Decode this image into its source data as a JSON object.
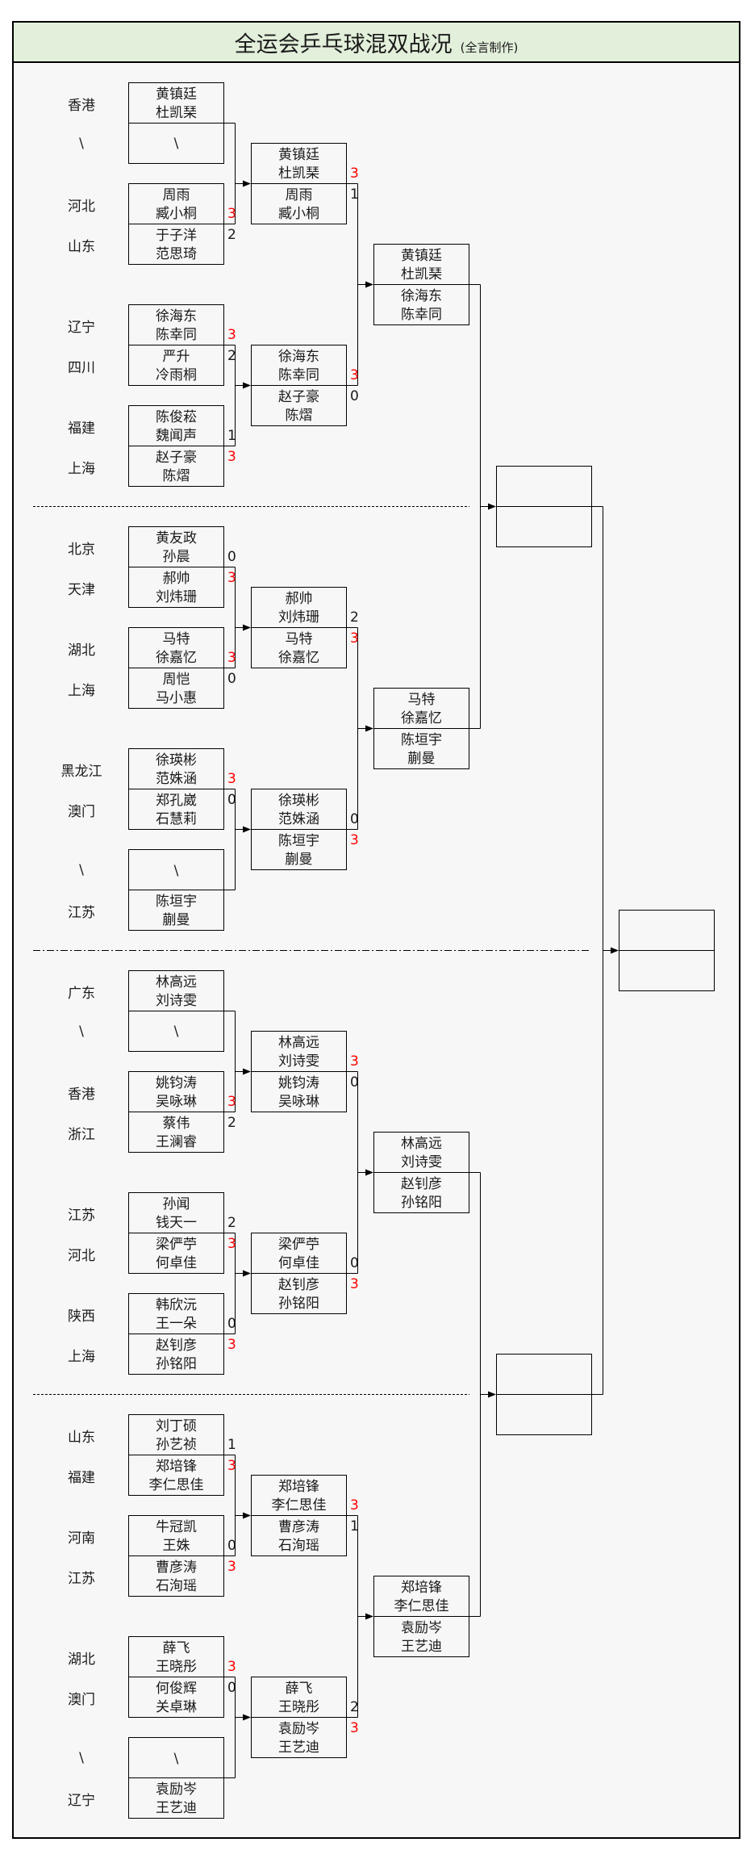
{
  "title": "全运会乒乓球混双战况",
  "subtitle": "(全言制作)",
  "colors": {
    "header_bg": "#e2efda",
    "win_score": "#ff0000",
    "line": "#000000"
  },
  "sections": [
    {
      "round1": [
        {
          "pairs": [
            {
              "region": "香港",
              "players": [
                "黄镇廷",
                "杜凯琹"
              ]
            },
            {
              "region": "\\",
              "players": [
                "\\"
              ]
            }
          ]
        },
        {
          "pairs": [
            {
              "region": "河北",
              "players": [
                "周雨",
                "臧小桐"
              ],
              "score": 3,
              "win": true
            },
            {
              "region": "山东",
              "players": [
                "于子洋",
                "范思琦"
              ],
              "score": 2
            }
          ]
        },
        {
          "pairs": [
            {
              "region": "辽宁",
              "players": [
                "徐海东",
                "陈幸同"
              ],
              "score": 3,
              "win": true
            },
            {
              "region": "四川",
              "players": [
                "严升",
                "冷雨桐"
              ],
              "score": 2
            }
          ]
        },
        {
          "pairs": [
            {
              "region": "福建",
              "players": [
                "陈俊菘",
                "魏闻声"
              ],
              "score": 1
            },
            {
              "region": "上海",
              "players": [
                "赵子豪",
                "陈熠"
              ],
              "score": 3,
              "win": true
            }
          ]
        }
      ],
      "round2": [
        {
          "pairs": [
            {
              "players": [
                "黄镇廷",
                "杜凯琹"
              ],
              "score": 3,
              "win": true
            },
            {
              "players": [
                "周雨",
                "臧小桐"
              ],
              "score": 1
            }
          ]
        },
        {
          "pairs": [
            {
              "players": [
                "徐海东",
                "陈幸同"
              ],
              "score": 3,
              "win": true
            },
            {
              "players": [
                "赵子豪",
                "陈熠"
              ],
              "score": 0
            }
          ]
        }
      ],
      "round3": {
        "pairs": [
          {
            "players": [
              "黄镇廷",
              "杜凯琹"
            ]
          },
          {
            "players": [
              "徐海东",
              "陈幸同"
            ]
          }
        ]
      }
    },
    {
      "round1": [
        {
          "pairs": [
            {
              "region": "北京",
              "players": [
                "黄友政",
                "孙晨"
              ],
              "score": 0
            },
            {
              "region": "天津",
              "players": [
                "郝帅",
                "刘炜珊"
              ],
              "score": 3,
              "win": true
            }
          ]
        },
        {
          "pairs": [
            {
              "region": "湖北",
              "players": [
                "马特",
                "徐嘉忆"
              ],
              "score": 3,
              "win": true
            },
            {
              "region": "上海",
              "players": [
                "周恺",
                "马小惠"
              ],
              "score": 0
            }
          ]
        },
        {
          "pairs": [
            {
              "region": "黑龙江",
              "players": [
                "徐瑛彬",
                "范姝涵"
              ],
              "score": 3,
              "win": true
            },
            {
              "region": "澳门",
              "players": [
                "郑孔崴",
                "石慧莉"
              ],
              "score": 0
            }
          ]
        },
        {
          "pairs": [
            {
              "region": "\\",
              "players": [
                "\\"
              ]
            },
            {
              "region": "江苏",
              "players": [
                "陈垣宇",
                "蒯曼"
              ]
            }
          ]
        }
      ],
      "round2": [
        {
          "pairs": [
            {
              "players": [
                "郝帅",
                "刘炜珊"
              ],
              "score": 2
            },
            {
              "players": [
                "马特",
                "徐嘉忆"
              ],
              "score": 3,
              "win": true
            }
          ]
        },
        {
          "pairs": [
            {
              "players": [
                "徐瑛彬",
                "范姝涵"
              ],
              "score": 0
            },
            {
              "players": [
                "陈垣宇",
                "蒯曼"
              ],
              "score": 3,
              "win": true
            }
          ]
        }
      ],
      "round3": {
        "pairs": [
          {
            "players": [
              "马特",
              "徐嘉忆"
            ]
          },
          {
            "players": [
              "陈垣宇",
              "蒯曼"
            ]
          }
        ]
      }
    },
    {
      "round1": [
        {
          "pairs": [
            {
              "region": "广东",
              "players": [
                "林高远",
                "刘诗雯"
              ]
            },
            {
              "region": "\\",
              "players": [
                "\\"
              ]
            }
          ]
        },
        {
          "pairs": [
            {
              "region": "香港",
              "players": [
                "姚钧涛",
                "吴咏琳"
              ],
              "score": 3,
              "win": true
            },
            {
              "region": "浙江",
              "players": [
                "蔡伟",
                "王澜睿"
              ],
              "score": 2
            }
          ]
        },
        {
          "pairs": [
            {
              "region": "江苏",
              "players": [
                "孙闻",
                "钱天一"
              ],
              "score": 2
            },
            {
              "region": "河北",
              "players": [
                "梁俨苧",
                "何卓佳"
              ],
              "score": 3,
              "win": true
            }
          ]
        },
        {
          "pairs": [
            {
              "region": "陕西",
              "players": [
                "韩欣沅",
                "王一朵"
              ],
              "score": 0
            },
            {
              "region": "上海",
              "players": [
                "赵钊彦",
                "孙铭阳"
              ],
              "score": 3,
              "win": true
            }
          ]
        }
      ],
      "round2": [
        {
          "pairs": [
            {
              "players": [
                "林高远",
                "刘诗雯"
              ],
              "score": 3,
              "win": true
            },
            {
              "players": [
                "姚钧涛",
                "吴咏琳"
              ],
              "score": 0
            }
          ]
        },
        {
          "pairs": [
            {
              "players": [
                "梁俨苧",
                "何卓佳"
              ],
              "score": 0
            },
            {
              "players": [
                "赵钊彦",
                "孙铭阳"
              ],
              "score": 3,
              "win": true
            }
          ]
        }
      ],
      "round3": {
        "pairs": [
          {
            "players": [
              "林高远",
              "刘诗雯"
            ]
          },
          {
            "players": [
              "赵钊彦",
              "孙铭阳"
            ]
          }
        ]
      }
    },
    {
      "round1": [
        {
          "pairs": [
            {
              "region": "山东",
              "players": [
                "刘丁硕",
                "孙艺祯"
              ],
              "score": 1
            },
            {
              "region": "福建",
              "players": [
                "郑培锋",
                "李仁思佳"
              ],
              "score": 3,
              "win": true
            }
          ]
        },
        {
          "pairs": [
            {
              "region": "河南",
              "players": [
                "牛冠凯",
                "王姝"
              ],
              "score": 0
            },
            {
              "region": "江苏",
              "players": [
                "曹彦涛",
                "石洵瑶"
              ],
              "score": 3,
              "win": true
            }
          ]
        },
        {
          "pairs": [
            {
              "region": "湖北",
              "players": [
                "薛飞",
                "王晓彤"
              ],
              "score": 3,
              "win": true
            },
            {
              "region": "澳门",
              "players": [
                "何俊辉",
                "关卓琳"
              ],
              "score": 0
            }
          ]
        },
        {
          "pairs": [
            {
              "region": "\\",
              "players": [
                "\\"
              ]
            },
            {
              "region": "辽宁",
              "players": [
                "袁励岑",
                "王艺迪"
              ]
            }
          ]
        }
      ],
      "round2": [
        {
          "pairs": [
            {
              "players": [
                "郑培锋",
                "李仁思佳"
              ],
              "score": 3,
              "win": true
            },
            {
              "players": [
                "曹彦涛",
                "石洵瑶"
              ],
              "score": 1
            }
          ]
        },
        {
          "pairs": [
            {
              "players": [
                "薛飞",
                "王晓彤"
              ],
              "score": 2
            },
            {
              "players": [
                "袁励岑",
                "王艺迪"
              ],
              "score": 3,
              "win": true
            }
          ]
        }
      ],
      "round3": {
        "pairs": [
          {
            "players": [
              "郑培锋",
              "李仁思佳"
            ]
          },
          {
            "players": [
              "袁励岑",
              "王艺迪"
            ]
          }
        ]
      }
    }
  ],
  "semifinals": [
    {
      "pairs": [
        {
          "players": []
        },
        {
          "players": []
        }
      ]
    },
    {
      "pairs": [
        {
          "players": []
        },
        {
          "players": []
        }
      ]
    }
  ],
  "final": {
    "pairs": [
      {
        "players": []
      },
      {
        "players": []
      }
    ]
  }
}
